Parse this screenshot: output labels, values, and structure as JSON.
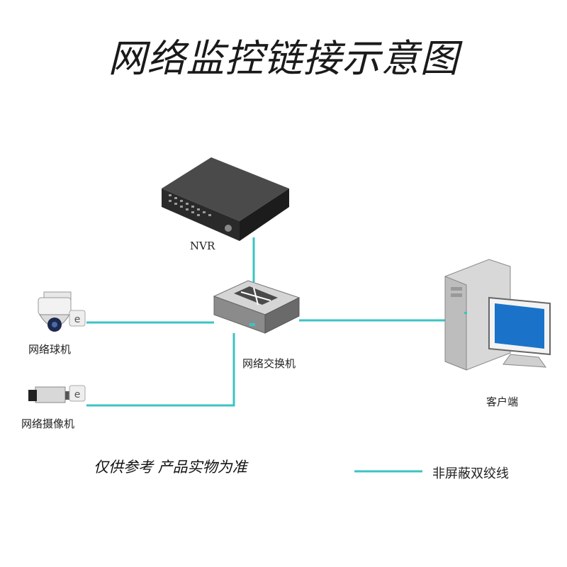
{
  "title": "网络监控链接示意图",
  "devices": {
    "nvr": "NVR",
    "switch": "网络交换机",
    "dome_camera": "网络球机",
    "box_camera": "网络摄像机",
    "client": "客户端"
  },
  "note": "仅供参考 产品实物为准",
  "legend": {
    "label": "非屏蔽双绞线",
    "color": "#3cc3c3"
  }
}
